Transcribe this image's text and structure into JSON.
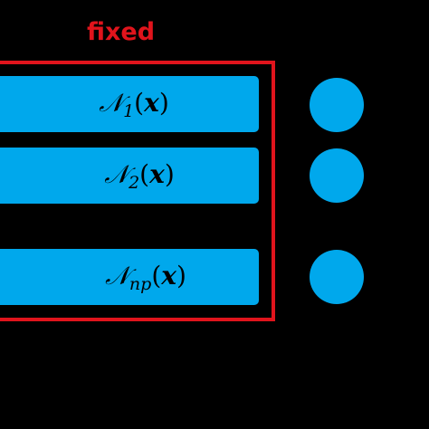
{
  "label": "fixed",
  "colors": {
    "background": "#000000",
    "frame": "#e0141c",
    "label": "#e0141c",
    "block": "#00a8ec",
    "text": "#000000"
  },
  "networks": [
    {
      "symbol": "𝒩",
      "subscript": "1",
      "open": "(",
      "argument": "x",
      "close": ")"
    },
    {
      "symbol": "𝒩",
      "subscript": "2",
      "open": "(",
      "argument": "x",
      "close": ")"
    },
    {
      "symbol": "𝒩",
      "subscript": "np",
      "open": "(",
      "argument": "x",
      "close": ")"
    }
  ],
  "markers": [
    {
      "shape": "circle"
    },
    {
      "shape": "circle"
    },
    {
      "shape": "circle"
    }
  ]
}
